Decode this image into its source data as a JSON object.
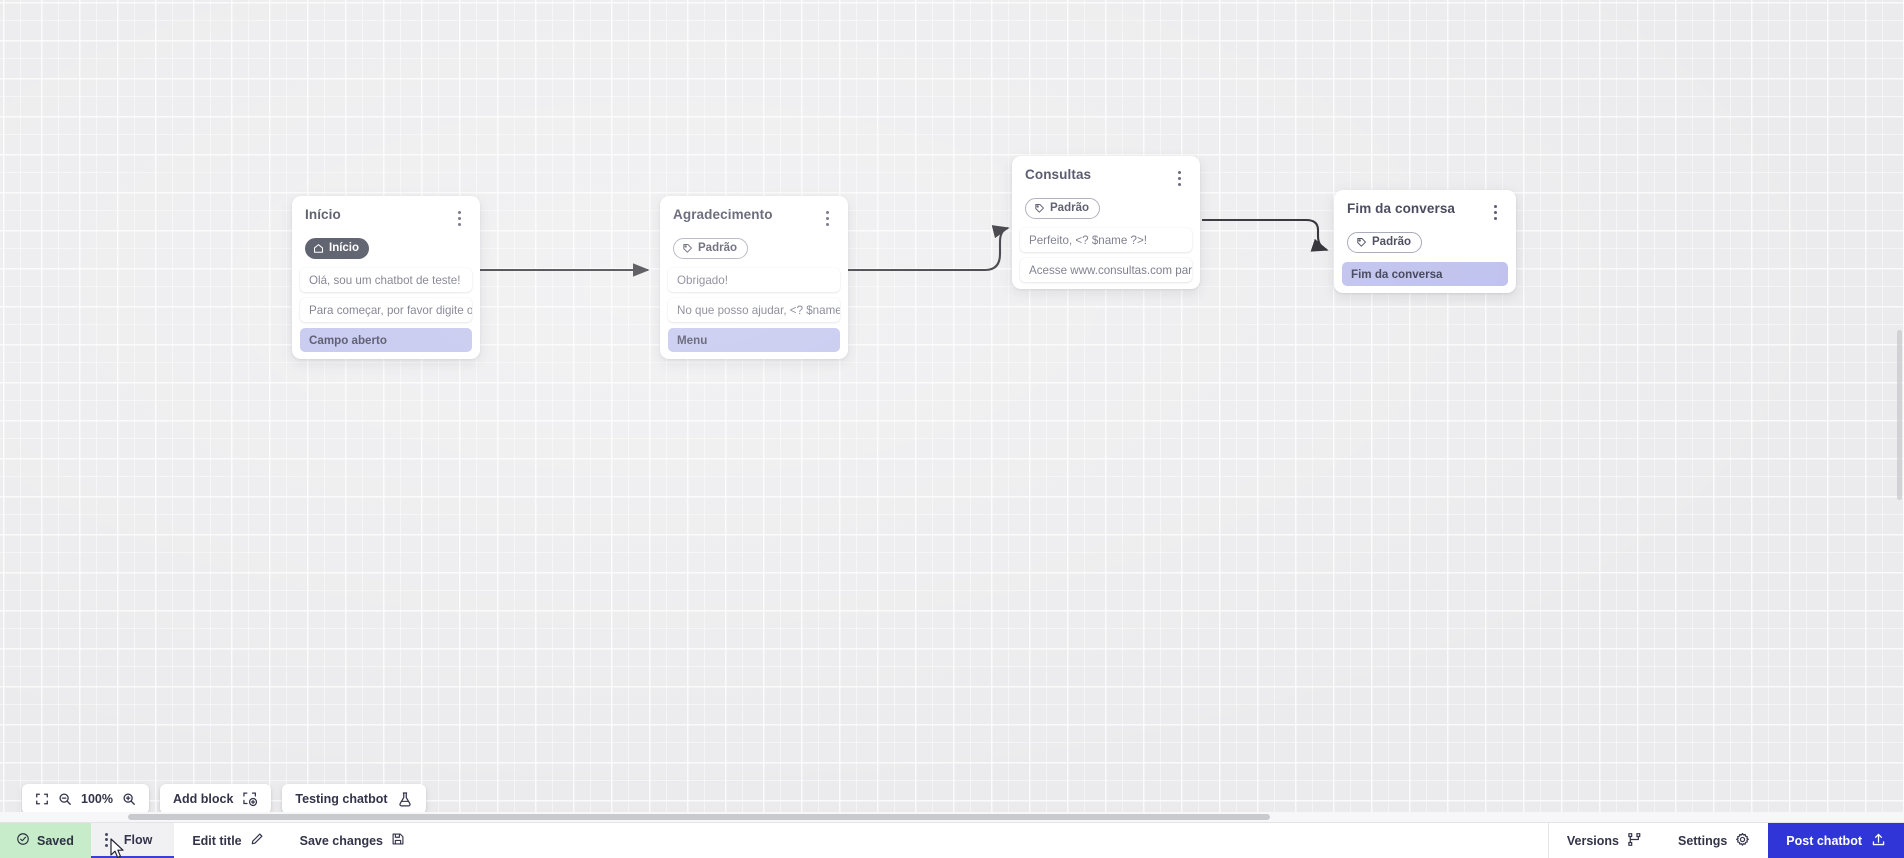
{
  "app": {
    "canvas_bg": "#ebebed",
    "accent": "#2f35d6",
    "action_row_color": "#b9bcec",
    "saved_bg": "#c6ecc9",
    "dark_badge_bg": "#2d3142"
  },
  "blocks": [
    {
      "id": "inicio",
      "title": "Início",
      "badge": {
        "label": "Início",
        "style": "dark",
        "icon": "home-icon"
      },
      "rows": [
        {
          "text": "Olá, sou um chatbot de teste!",
          "type": "message"
        },
        {
          "text": "Para começar, por favor digite o ...",
          "type": "message"
        },
        {
          "text": "Campo aberto",
          "type": "action"
        }
      ]
    },
    {
      "id": "agradecimento",
      "title": "Agradecimento",
      "badge": {
        "label": "Padrão",
        "style": "outline",
        "icon": "tag-icon"
      },
      "rows": [
        {
          "text": "Obrigado!",
          "type": "message"
        },
        {
          "text": "No que posso ajudar, <? $name ...",
          "type": "message"
        },
        {
          "text": "Menu",
          "type": "action"
        }
      ]
    },
    {
      "id": "consultas",
      "title": "Consultas",
      "badge": {
        "label": "Padrão",
        "style": "outline",
        "icon": "tag-icon"
      },
      "rows": [
        {
          "text": "Perfeito, <? $name ?>!",
          "type": "message"
        },
        {
          "text": "Acesse www.consultas.com par...",
          "type": "message"
        }
      ]
    },
    {
      "id": "fim-da-conversa",
      "title": "Fim da conversa",
      "badge": {
        "label": "Padrão",
        "style": "outline",
        "icon": "tag-icon"
      },
      "rows": [
        {
          "text": "Fim da conversa",
          "type": "action"
        }
      ]
    }
  ],
  "toolbar": {
    "fit_icon": "fit-screen-icon",
    "zoom_out_icon": "zoom-out-icon",
    "zoom_level": "100%",
    "zoom_in_icon": "zoom-in-icon",
    "add_block_label": "Add block",
    "add_block_icon": "add-block-icon",
    "testing_chatbot_label": "Testing chatbot",
    "testing_chatbot_icon": "flask-icon"
  },
  "statusbar": {
    "saved_label": "Saved",
    "saved_icon": "check-circle-icon",
    "flow_label": "Flow",
    "flow_kebab_icon": "kebab-menu-icon",
    "edit_title_label": "Edit title",
    "edit_title_icon": "pencil-icon",
    "save_changes_label": "Save changes",
    "save_changes_icon": "save-disk-icon",
    "versions_label": "Versions",
    "versions_icon": "branch-icon",
    "settings_label": "Settings",
    "settings_icon": "gear-icon",
    "post_label": "Post chatbot",
    "post_icon": "upload-icon"
  }
}
